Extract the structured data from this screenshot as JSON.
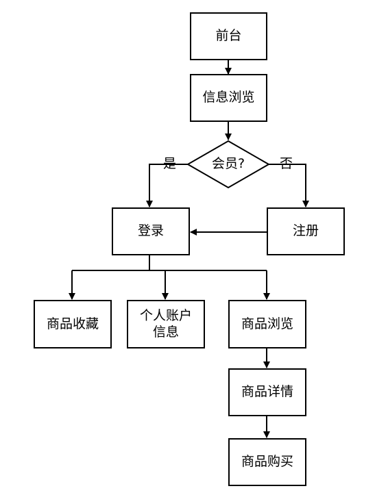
{
  "diagram": {
    "nodes": {
      "front": "前台",
      "browse_info": "信息浏览",
      "member_q": "会员?",
      "login": "登录",
      "register": "注册",
      "favorites": "商品收藏",
      "account": "个人账户\n信息",
      "product_browse": "商品浏览",
      "product_detail": "商品详情",
      "product_buy": "商品购买"
    },
    "edge_labels": {
      "yes": "是",
      "no": "否"
    },
    "colors": {
      "stroke": "#000000",
      "fill": "#ffffff"
    }
  }
}
